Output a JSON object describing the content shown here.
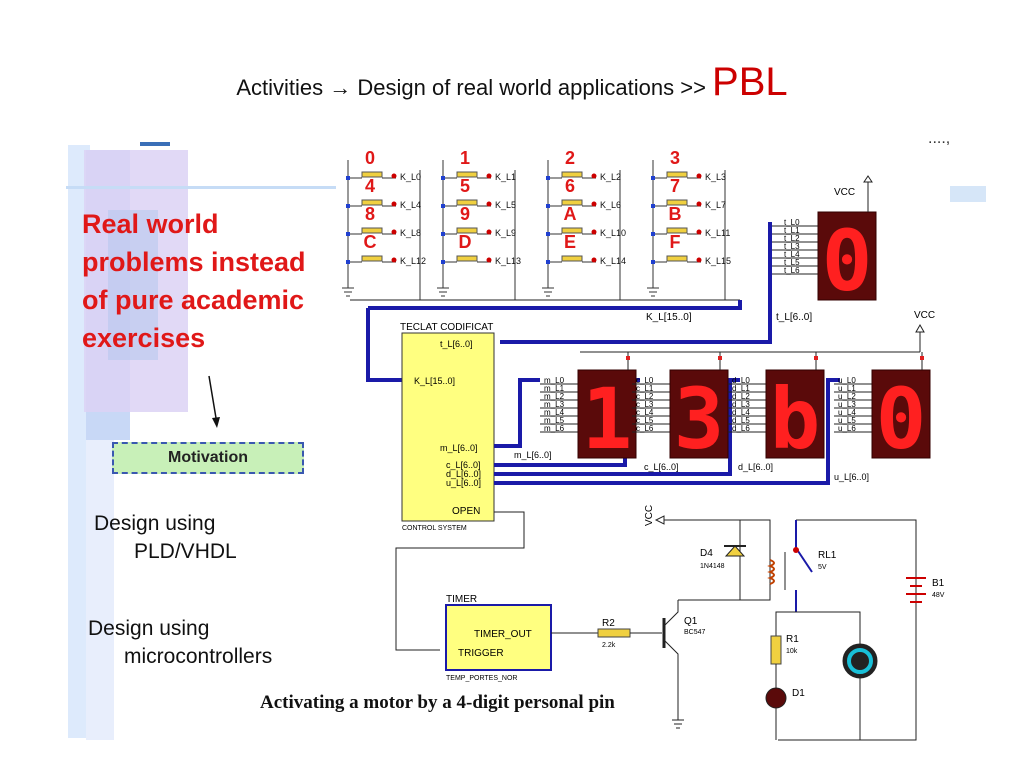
{
  "slide": {
    "title_prefix": "Activities → Design of real world applications >> ",
    "title_emph": "PBL",
    "corner_text": "....,",
    "red_heading": [
      "Real world",
      "problems instead",
      "of pure academic",
      "exercises"
    ],
    "motivation_label": "Motivation",
    "design_pld": [
      "Design using",
      "PLD/VHDL"
    ],
    "design_mcu": [
      "Design using",
      "microcontrollers"
    ],
    "caption": "Activating a motor by a 4-digit personal pin"
  },
  "diagram": {
    "keys": [
      {
        "digit": "0",
        "label": "K_L0"
      },
      {
        "digit": "1",
        "label": "K_L1"
      },
      {
        "digit": "2",
        "label": "K_L2"
      },
      {
        "digit": "3",
        "label": "K_L3"
      },
      {
        "digit": "4",
        "label": "K_L4"
      },
      {
        "digit": "5",
        "label": "K_L5"
      },
      {
        "digit": "6",
        "label": "K_L6"
      },
      {
        "digit": "7",
        "label": "K_L7"
      },
      {
        "digit": "8",
        "label": "K_L8"
      },
      {
        "digit": "9",
        "label": "K_L9"
      },
      {
        "digit": "A",
        "label": "K_L10"
      },
      {
        "digit": "B",
        "label": "K_L11"
      },
      {
        "digit": "C",
        "label": "K_L12"
      },
      {
        "digit": "D",
        "label": "K_L13"
      },
      {
        "digit": "E",
        "label": "K_L14"
      },
      {
        "digit": "F",
        "label": "K_L15"
      }
    ],
    "bus_k": "K_L[15..0]",
    "bus_t": "t_L[6..0]",
    "t_lines": [
      "t_L0",
      "t_L1",
      "t_L2",
      "t_L3",
      "t_L4",
      "t_L5",
      "t_L6"
    ],
    "vcc": "VCC",
    "top_display_digit": "0",
    "controller": {
      "title": "TECLAT CODIFICAT",
      "pin_t": "t_L[6..0]",
      "pin_k": "K_L[15..0]",
      "pin_m": "m_L[6..0]",
      "pin_c": "c_L[6..0]",
      "pin_d": "d_L[6..0]",
      "pin_u": "u_L[6..0]",
      "pin_open": "OPEN",
      "footer": "CONTROL SYSTEM"
    },
    "displays": [
      {
        "digit": "1",
        "prefix": "m",
        "bus": "m_L[6..0]"
      },
      {
        "digit": "3",
        "prefix": "c",
        "bus": "c_L[6..0]"
      },
      {
        "digit": "b",
        "prefix": "d",
        "bus": "d_L[6..0]"
      },
      {
        "digit": "0",
        "prefix": "u",
        "bus": "u_L[6..0]"
      }
    ],
    "timer": {
      "title": "TIMER",
      "pin_out": "TIMER_OUT",
      "pin_trigger": "TRIGGER",
      "footer": "TEMP_PORTES_NOR"
    },
    "components": {
      "r2": "R2",
      "r2_val": "2.2k",
      "q1": "Q1",
      "q1_val": "BC547",
      "d4": "D4",
      "d4_val": "1N4148",
      "rl1": "RL1",
      "rl1_val": "5V",
      "b1": "B1",
      "b1_val": "48V",
      "r1": "R1",
      "r1_val": "10k",
      "d1": "D1"
    }
  }
}
